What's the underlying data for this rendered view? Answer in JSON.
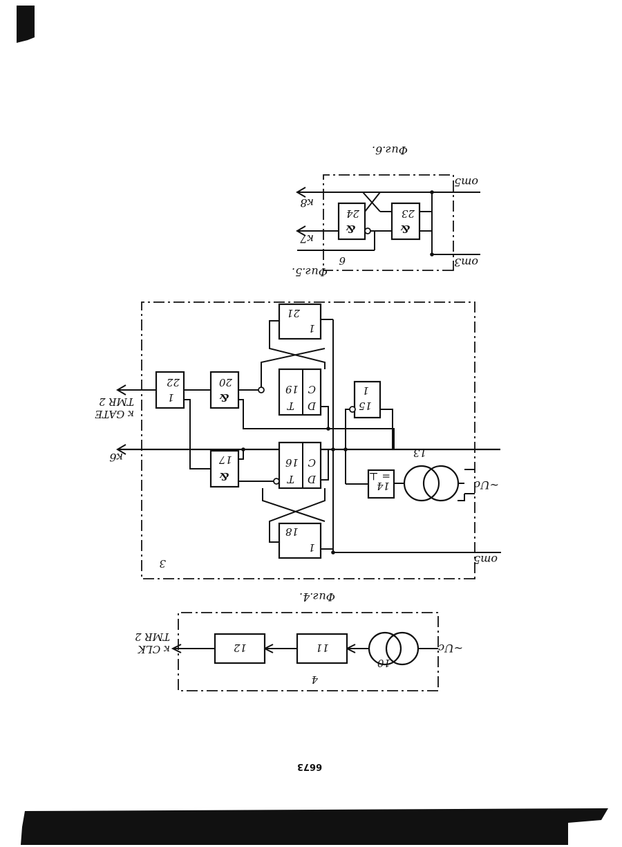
{
  "page_number": "6673",
  "figures": {
    "fig4": {
      "caption": "Фиг.4.",
      "block_label": "4",
      "input_label": "~Uc",
      "output_label_1": "к CLK",
      "output_label_2": "TMR 2",
      "blocks": [
        "10",
        "11",
        "12"
      ]
    },
    "fig5": {
      "caption": "Фиг.5.",
      "block_label": "3",
      "input_from": "от5",
      "input_voltage": "~Uc",
      "output_k6": "к6",
      "output_gate_1": "к GATE",
      "output_gate_2": "TMR 2",
      "transformer": "13",
      "rectifier": {
        "num": "14",
        "sym": "= ⊥"
      },
      "inverter_15": {
        "num": "15",
        "sym": "1"
      },
      "flipflop_16": {
        "num": "16",
        "t": "T",
        "d": "D",
        "c": "C"
      },
      "flipflop_19": {
        "num": "19",
        "t": "T",
        "d": "D",
        "c": "C"
      },
      "and_17": {
        "num": "17",
        "sym": "&"
      },
      "and_20": {
        "num": "20",
        "sym": "&"
      },
      "or_18": {
        "num": "18",
        "sym": "1"
      },
      "or_21": {
        "num": "21",
        "sym": "1"
      },
      "or_22": {
        "num": "22",
        "sym": "1"
      }
    },
    "fig6": {
      "caption": "Фиг.6.",
      "block_label": "6",
      "input_1": "от3",
      "input_2": "от5",
      "output_1": "к7",
      "output_2": "к8",
      "and_23": {
        "num": "23",
        "sym": "&"
      },
      "and_24": {
        "num": "24",
        "sym": "&"
      }
    }
  }
}
